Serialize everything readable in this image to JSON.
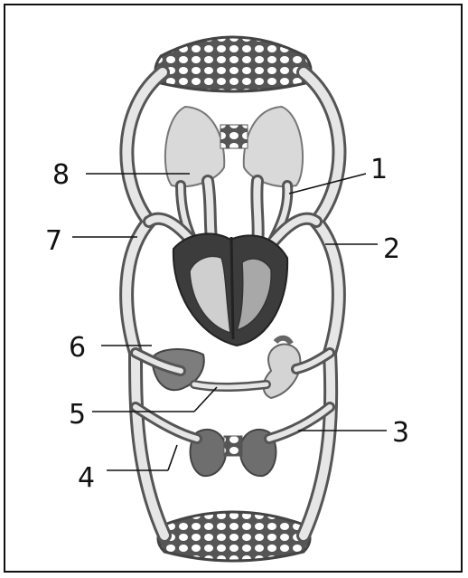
{
  "labels": {
    "l1": "1",
    "l2": "2",
    "l3": "3",
    "l4": "4",
    "l5": "5",
    "l6": "6",
    "l7": "7",
    "l8": "8"
  },
  "colors": {
    "vessel_fill": "#e6e6e6",
    "vessel_stroke": "#555555",
    "organ_lung": "#d9d9d9",
    "organ_heart": "#4a4a4a",
    "organ_liver": "#7d7d7d",
    "organ_kidney": "#6e6e6e",
    "capillary": "#ffffff"
  },
  "icons": [
    "lungs-icon",
    "heart-icon",
    "liver-icon",
    "stomach-icon",
    "kidney-icon",
    "capillary-net-icon"
  ]
}
